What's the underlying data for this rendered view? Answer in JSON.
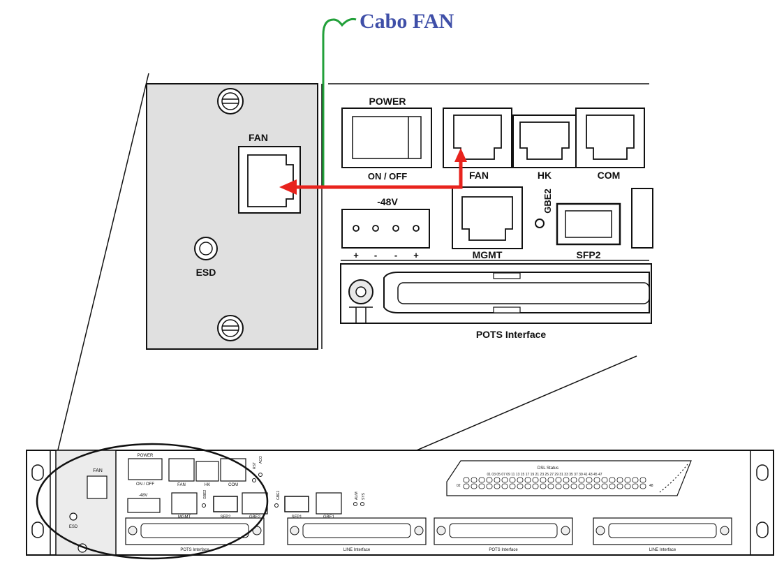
{
  "callout": {
    "label": "Cabo FAN",
    "color": "#3f4fa8",
    "cable_color": "#22a03a",
    "arrow_color": "#e8231d"
  },
  "detail": {
    "fan_module_label": "FAN",
    "esd_label": "ESD",
    "power_title": "POWER",
    "power_switch_label": "ON / OFF",
    "ports": [
      "FAN",
      "HK",
      "COM"
    ],
    "voltage_label": "-48V",
    "terminal_polarity": [
      "+",
      "-",
      "-",
      "+"
    ],
    "mgmt_label": "MGMT",
    "gbe2_label": "GBE2",
    "sfp2_label": "SFP2",
    "pots_label": "POTS Interface"
  },
  "chassis": {
    "fan": "FAN",
    "esd": "ESD",
    "power": "POWER",
    "onoff": "ON / OFF",
    "fan_port": "FAN",
    "hk_port": "HK",
    "com_port": "COM",
    "v48": "-48V",
    "mgmt": "MGMT",
    "sfp2": "SFP2",
    "gbe2": "GBE2",
    "sfp1": "SFP1",
    "gbe1": "GBE1",
    "rst": "RST",
    "acc": "ACO",
    "gbe1_led": "GBE1",
    "alm": "AL/M",
    "sys": "SYS",
    "dsl_status": "DSL Status",
    "dsl_odd": "01 03 05 07 09 11 13 15 17 19 21 23 25 27 29 31 33 35 37 39 41 43 45 47",
    "dsl_left": "02",
    "dsl_right": "48",
    "interfaces": [
      "POTS Interface",
      "LINE Interface",
      "POTS Interface",
      "LINE Interface"
    ]
  }
}
